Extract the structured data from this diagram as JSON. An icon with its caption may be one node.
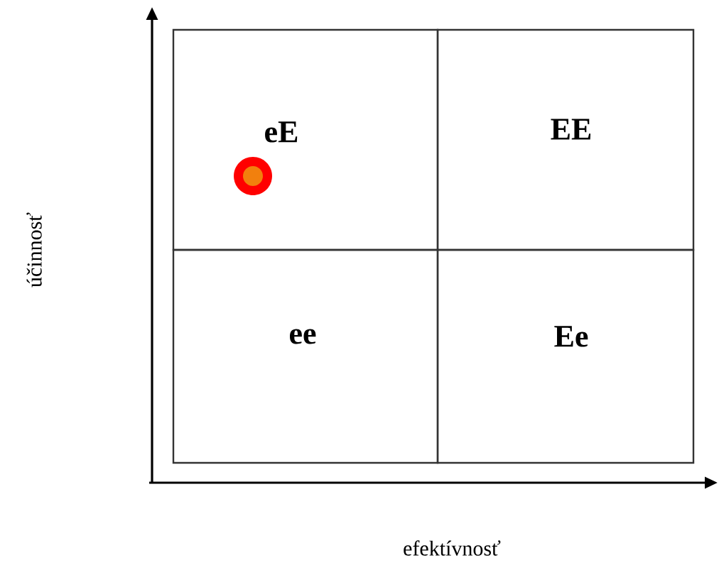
{
  "diagram": {
    "nodes": [
      {
        "text": [
          "eE"
        ]
      },
      {
        "text": [
          "EE"
        ]
      },
      {
        "text": [
          "ee"
        ]
      },
      {
        "text": [
          "Ee"
        ]
      }
    ],
    "labels": [
      "účinnosť",
      "efektívnosť"
    ]
  }
}
